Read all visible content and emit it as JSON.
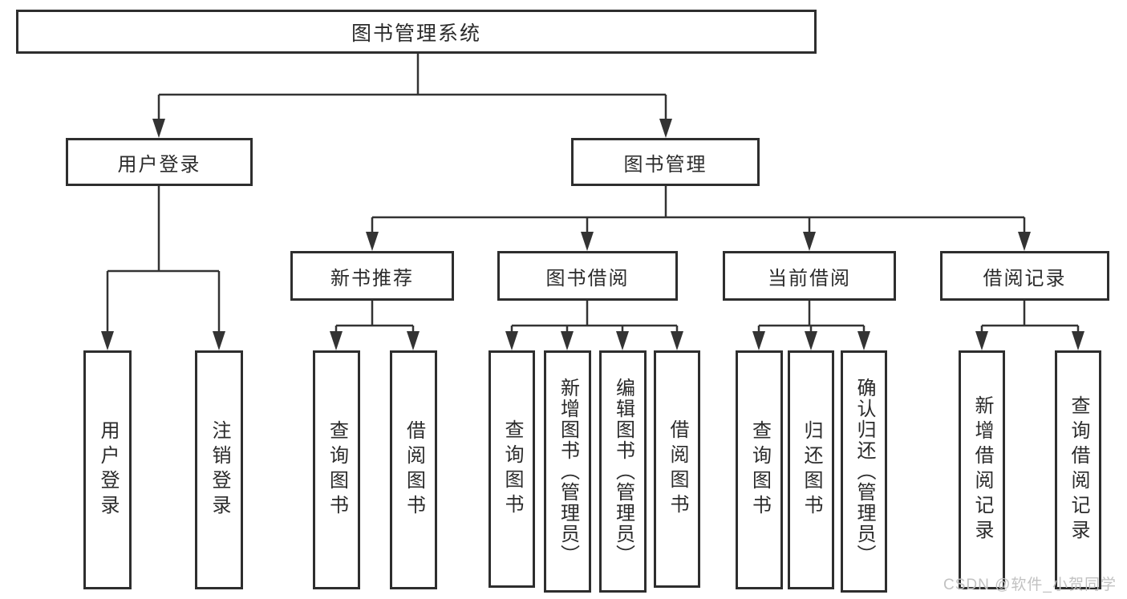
{
  "title": "图书管理系统",
  "branches": [
    {
      "label": "用户登录",
      "children": [
        "用户登录",
        "注销登录"
      ]
    },
    {
      "label": "图书管理",
      "sub": [
        {
          "label": "新书推荐",
          "children": [
            "查询图书",
            "借阅图书"
          ]
        },
        {
          "label": "图书借阅",
          "children": [
            "查询图书",
            "新增图书（管理员）",
            "编辑图书（管理员）",
            "借阅图书"
          ]
        },
        {
          "label": "当前借阅",
          "children": [
            "查询图书",
            "归还图书",
            "确认归还（管理员）"
          ]
        },
        {
          "label": "借阅记录",
          "children": [
            "新增借阅记录",
            "查询借阅记录"
          ]
        }
      ]
    }
  ],
  "watermark": "CSDN @软件_小贺同学",
  "colors": {
    "line": "#333333",
    "border": "#2e2e2e",
    "text": "#2b2b2b",
    "watermark": "#c2c2c2",
    "background": "#ffffff"
  }
}
